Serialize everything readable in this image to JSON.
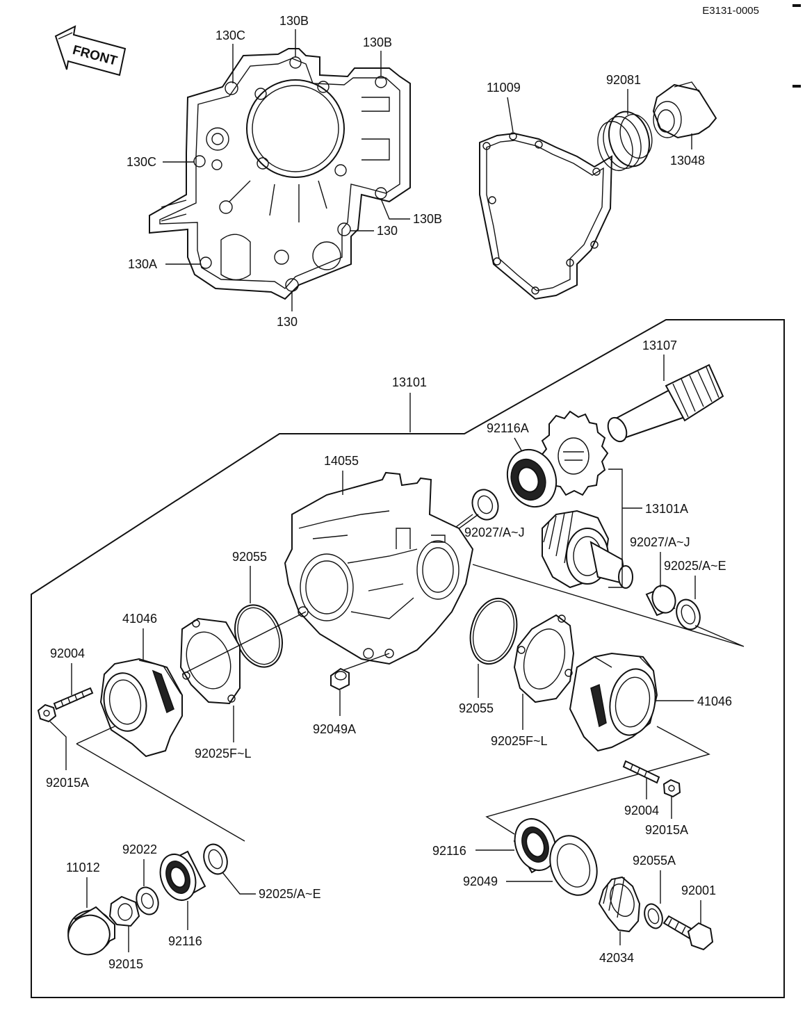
{
  "reference_code": "E3131-0005",
  "front_label": "FRONT",
  "callouts": {
    "c130b_top": "130B",
    "c130c_top": "130C",
    "c130b_right": "130B",
    "c130c_left": "130C",
    "c130b_lower": "130B",
    "c130_mid": "130",
    "c130a": "130A",
    "c130_bottom": "130",
    "c11009": "11009",
    "c92081": "92081",
    "c13048": "13048",
    "c13107": "13107",
    "c13101": "13101",
    "c92116a": "92116A",
    "c14055": "14055",
    "c13101a": "13101A",
    "c92027_left": "92027/A~J",
    "c92027_right": "92027/A~J",
    "c92025_right": "92025/A~E",
    "c92055_left": "92055",
    "c41046_left": "41046",
    "c92004_left": "92004",
    "c92025f_left": "92025F~L",
    "c92049a": "92049A",
    "c92055_right": "92055",
    "c92025f_right": "92025F~L",
    "c41046_right": "41046",
    "c92015a_left": "92015A",
    "c92004_right": "92004",
    "c92015a_right": "92015A",
    "c92022": "92022",
    "c11012": "11012",
    "c92025_left": "92025/A~E",
    "c92116_left": "92116",
    "c92015": "92015",
    "c92116_right": "92116",
    "c92049": "92049",
    "c92055a": "92055A",
    "c92001": "92001",
    "c42034": "42034"
  }
}
